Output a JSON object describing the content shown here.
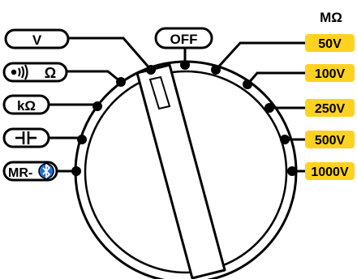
{
  "unit_label": "MΩ",
  "off_label": "OFF",
  "left_labels": {
    "v": "V",
    "continuity_omega": "Ω",
    "kohm": "kΩ",
    "mr": "MR-"
  },
  "right_labels": [
    "50V",
    "100V",
    "250V",
    "500V",
    "1000V"
  ],
  "colors": {
    "highlight": "#ffd21f",
    "bluetooth": "#1e6fd9",
    "line": "#000000"
  },
  "icons": [
    "continuity-icon",
    "capacitor-icon",
    "bluetooth-icon"
  ]
}
